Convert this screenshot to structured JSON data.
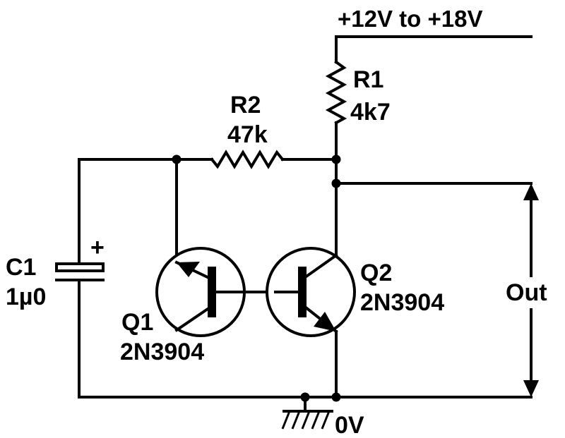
{
  "supply": {
    "label": "+12V to +18V"
  },
  "ground": {
    "label": "0V"
  },
  "output": {
    "label": "Out"
  },
  "components": {
    "R1": {
      "ref": "R1",
      "value": "4k7"
    },
    "R2": {
      "ref": "R2",
      "value": "47k"
    },
    "C1": {
      "ref": "C1",
      "value": "1µ0",
      "polarity": "+"
    },
    "Q1": {
      "ref": "Q1",
      "part": "2N3904"
    },
    "Q2": {
      "ref": "Q2",
      "part": "2N3904"
    }
  },
  "colors": {
    "ink": "#000000",
    "paper": "#ffffff"
  },
  "icons": {
    "ground": "ground-symbol",
    "arrow": "double-headed-arrow"
  }
}
